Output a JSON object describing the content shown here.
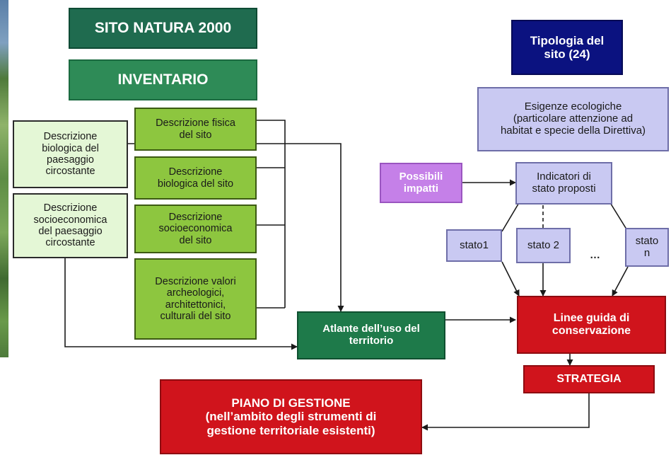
{
  "nodes": {
    "sito_natura": "SITO NATURA 2000",
    "inventario": "INVENTARIO",
    "desc_bio_paesaggio": "Descrizione\nbiologica del\npaesaggio\ncircostante",
    "desc_socio_paesaggio": "Descrizione\nsocioeconomica\ndel paesaggio\ncircostante",
    "desc_fisica": "Descrizione fisica\ndel sito",
    "desc_bio_sito": "Descrizione\nbiologica del sito",
    "desc_socio_sito": "Descrizione\nsocioeconomica\ndel sito",
    "desc_valori": "Descrizione valori\narcheologici,\narchitettonici,\nculturali del sito",
    "atlante": "Atlante dell’uso del\nterritorio",
    "tipologia": "Tipologia del\nsito (24)",
    "esigenze": "Esigenze ecologiche\n(particolare attenzione ad\nhabitat e specie della Direttiva)",
    "possibili_impatti": "Possibili\nimpatti",
    "indicatori": "Indicatori di\nstato proposti",
    "stato1": "stato1",
    "stato2": "stato 2",
    "ellipsis": "…",
    "staton": "stato\nn",
    "linee_guida": "Linee guida di\nconservazione",
    "strategia": "STRATEGIA",
    "piano": "PIANO DI GESTIONE\n(nell’ambito degli strumenti di\ngestione territoriale esistenti)"
  },
  "colors": {
    "dark_green": "#1f6b4f",
    "green": "#2e8b57",
    "light_green": "#e4f7d6",
    "lime": "#8dc63f",
    "navy": "#0b1280",
    "lavender": "#c9c9f2",
    "violet": "#c580e8",
    "red": "#d0141c"
  }
}
